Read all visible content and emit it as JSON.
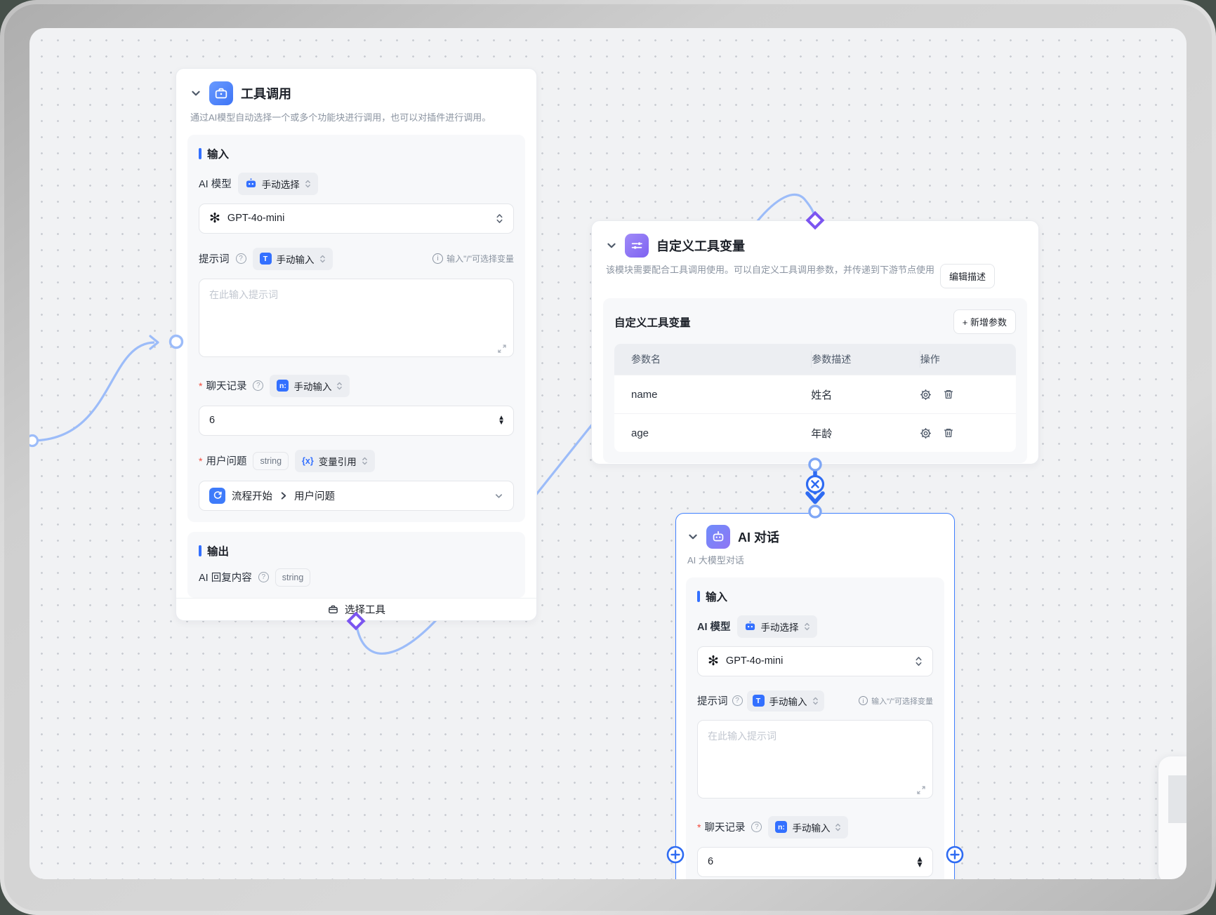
{
  "misc": {
    "required_mark": "*",
    "plus": "+"
  },
  "nodes": {
    "tool_call": {
      "title": "工具调用",
      "description": "通过AI模型自动选择一个或多个功能块进行调用，也可以对插件进行调用。",
      "input": {
        "heading": "输入",
        "model_label": "AI 模型",
        "model_mode": "手动选择",
        "model_value": "GPT-4o-mini",
        "prompt_label": "提示词",
        "prompt_mode": "手动输入",
        "prompt_hint": "输入\"/\"可选择变量",
        "prompt_placeholder": "在此输入提示词",
        "history_label": "聊天记录",
        "history_mode": "手动输入",
        "history_value": "6",
        "question_label": "用户问题",
        "question_type": "string",
        "question_mode": "变量引用",
        "ref_source": "流程开始",
        "ref_field": "用户问题"
      },
      "output": {
        "heading": "输出",
        "reply_label": "AI 回复内容",
        "reply_type": "string"
      },
      "footer_button": "选择工具"
    },
    "custom_vars": {
      "title": "自定义工具变量",
      "description": "该模块需要配合工具调用使用。可以自定义工具调用参数，并传递到下游节点使用",
      "edit_desc_button": "编辑描述",
      "panel_title": "自定义工具变量",
      "add_param_label": "新增参数",
      "table": {
        "headers": [
          "参数名",
          "参数描述",
          "操作"
        ],
        "rows": [
          {
            "name": "name",
            "desc": "姓名"
          },
          {
            "name": "age",
            "desc": "年龄"
          }
        ]
      }
    },
    "ai_chat": {
      "title": "AI 对话",
      "subtitle": "AI 大模型对话",
      "input": {
        "heading": "输入",
        "model_label": "AI 模型",
        "model_mode": "手动选择",
        "model_value": "GPT-4o-mini",
        "prompt_label": "提示词",
        "prompt_mode": "手动输入",
        "prompt_hint": "输入\"/\"可选择变量",
        "prompt_placeholder": "在此输入提示词",
        "history_label": "聊天记录",
        "history_mode": "手动输入",
        "history_value": "6"
      }
    }
  }
}
